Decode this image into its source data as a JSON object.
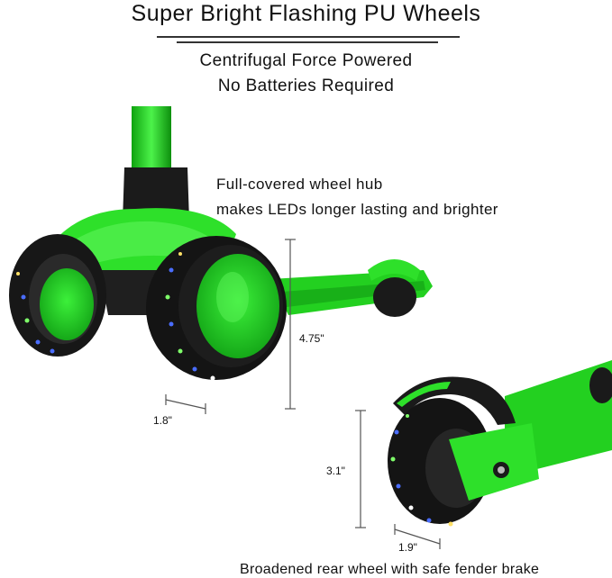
{
  "headline": "Super Bright Flashing PU Wheels",
  "subheadline_line1": "Centrifugal Force Powered",
  "subheadline_line2": "No Batteries Required",
  "hub_note_line1": "Full-covered wheel hub",
  "hub_note_line2": "makes LEDs longer lasting and brighter",
  "front_wheel": {
    "width_label": "1.8\"",
    "height_label": "4.75\""
  },
  "rear_wheel": {
    "width_label": "1.9\"",
    "height_label": "3.1\""
  },
  "caption": "Broadened rear wheel with safe fender brake",
  "colors": {
    "scooter_green": "#2ee02a",
    "wheel_black": "#1a1a1a",
    "led_blue": "#4a6dff"
  }
}
